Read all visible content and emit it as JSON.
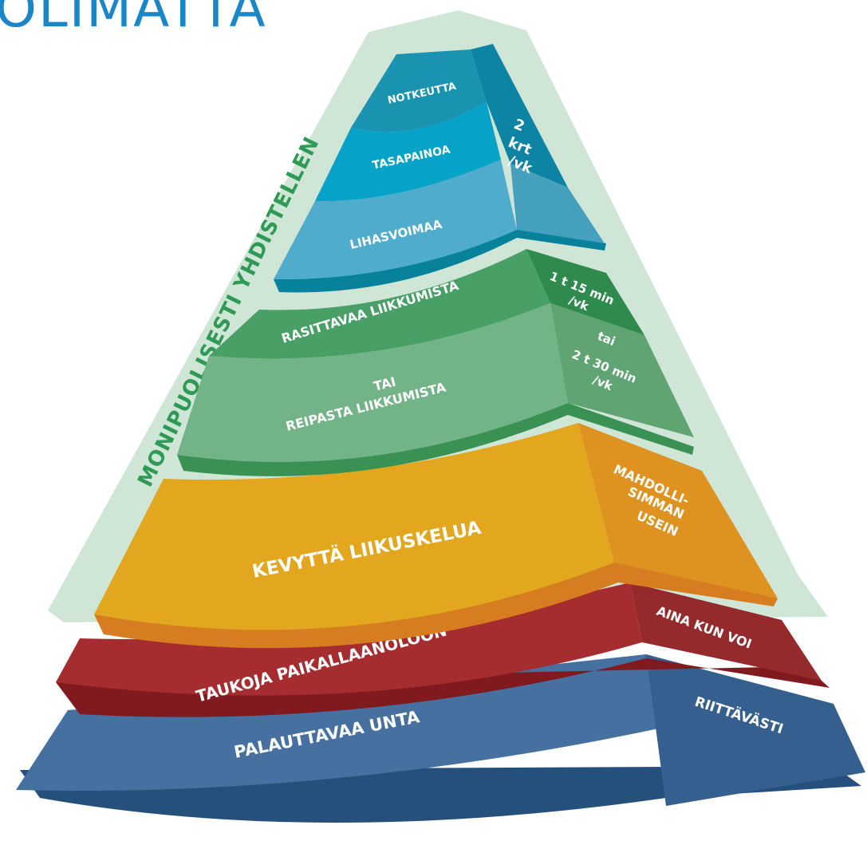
{
  "title": "OLIMATTA",
  "colors": {
    "title": "#1a86c8",
    "halo": "#cfe5d6",
    "side_label": "#2e9a55",
    "white_text": "#ffffff"
  },
  "side_label": "MONIPUOLISESTI YHDISTELLEN",
  "tiers": {
    "top": {
      "bands": [
        "NOTKEUTTA",
        "TASAPAINOA",
        "LIHASVOIMAA"
      ],
      "frequency": [
        "2",
        "krt",
        "/vk"
      ],
      "colors": {
        "band1": "#1a93b1",
        "band2": "#06a2c8",
        "band3": "#4faccd",
        "side": "#0d84a4",
        "side_light": "#45a0bd",
        "edge": "#08829b"
      }
    },
    "middle": {
      "vigorous": "RASITTAVAA LIIKKUMISTA",
      "or": "TAI",
      "brisk": "REIPASTA LIIKKUMISTA",
      "frequency_1": [
        "1 t 15 min",
        "/vk"
      ],
      "or_small": "tai",
      "frequency_2": [
        "2 t 30 min",
        "/vk"
      ],
      "colors": {
        "upper": "#48a066",
        "lower": "#72b387",
        "side_dark": "#2f8a4e",
        "side_light": "#5fa472",
        "edge": "#3a9154"
      }
    },
    "light": {
      "label": "KEVYTTÄ LIIKUSKELUA",
      "frequency": [
        "MAHDOLLI-",
        "SIMMAN",
        "USEIN"
      ],
      "colors": {
        "front": "#e3a71f",
        "side": "#de921f",
        "edge": "#d67d22"
      }
    },
    "breaks": {
      "label": "TAUKOJA PAIKALLAANOLOON",
      "frequency": "AINA KUN VOI",
      "colors": {
        "front": "#a52d2f",
        "side": "#952a2c",
        "edge": "#811a1f"
      }
    },
    "sleep": {
      "label": "PALAUTTAVAA UNTA",
      "frequency": "RIITTÄVÄSTI",
      "colors": {
        "front": "#4570a0",
        "side": "#345f8e",
        "edge": "#26507c"
      }
    }
  }
}
